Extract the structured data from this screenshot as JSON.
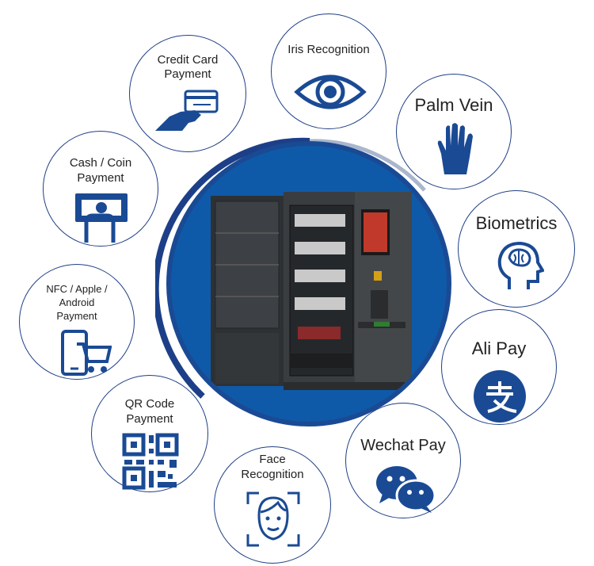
{
  "features": {
    "credit_card": "Credit Card\nPayment",
    "iris": "Iris Recognition",
    "palm_vein": "Palm Vein",
    "cash_coin": "Cash / Coin\nPayment",
    "biometrics": "Biometrics",
    "nfc": "NFC / Apple /\nAndroid\nPayment",
    "ali_pay": "Ali Pay",
    "qr_code": "QR Code\nPayment",
    "face": "Face\nRecognition",
    "wechat": "Wechat Pay"
  },
  "icons": {
    "credit_card": "hand-card-icon",
    "iris": "eye-icon",
    "palm_vein": "palm-icon",
    "cash_coin": "cash-hand-icon",
    "biometrics": "brain-head-icon",
    "nfc": "phone-cart-icon",
    "ali_pay": "alipay-icon",
    "qr_code": "qr-code-icon",
    "face": "face-scan-icon",
    "wechat": "wechat-icon"
  },
  "colors": {
    "primary": "#1a4a94",
    "central_bg": "#0f5aa8",
    "machine": "#3a3d40"
  }
}
